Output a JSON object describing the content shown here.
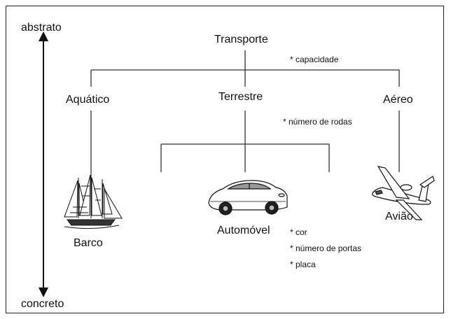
{
  "axis": {
    "top_label": "abstrato",
    "bottom_label": "concreto"
  },
  "root": {
    "label": "Transporte",
    "attribute": "* capacidade"
  },
  "branches": {
    "aquatico": {
      "label": "Aquático",
      "example": "Barco",
      "icon": "sailboat-icon"
    },
    "terrestre": {
      "label": "Terrestre",
      "attribute": "* número de rodas"
    },
    "aereo": {
      "label": "Aéreo",
      "example": "Avião",
      "icon": "airplane-icon"
    }
  },
  "automovel": {
    "label": "Automóvel",
    "icon": "car-icon",
    "attributes": [
      "* cor",
      "* número de portas",
      "* placa"
    ]
  }
}
